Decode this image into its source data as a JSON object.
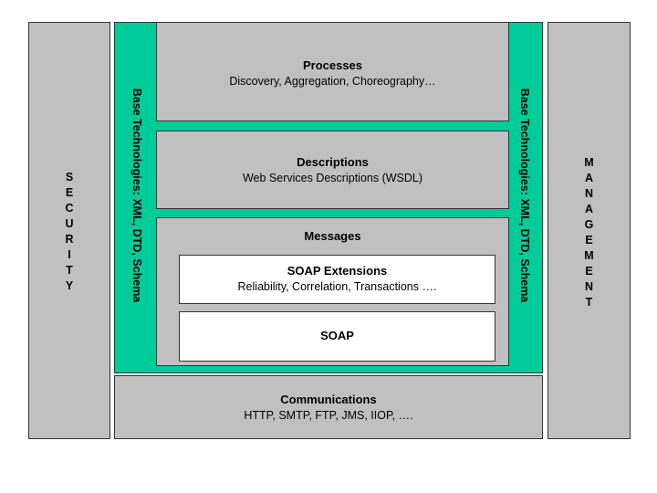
{
  "security": {
    "letters": [
      "S",
      "E",
      "C",
      "U",
      "R",
      "I",
      "T",
      "Y"
    ]
  },
  "management": {
    "letters": [
      "M",
      "A",
      "N",
      "A",
      "G",
      "E",
      "M",
      "E",
      "N",
      "T"
    ]
  },
  "base_tech": {
    "left_label": "Base Technologies: XML, DTD, Schema",
    "right_label": "Base Technologies: XML, DTD, Schema"
  },
  "processes": {
    "title": "Processes",
    "subtitle": "Discovery, Aggregation, Choreography…"
  },
  "descriptions": {
    "title": "Descriptions",
    "subtitle": "Web Services Descriptions (WSDL)"
  },
  "messages": {
    "title": "Messages"
  },
  "soap_extensions": {
    "title": "SOAP Extensions",
    "subtitle": "Reliability, Correlation, Transactions …."
  },
  "soap": {
    "title": "SOAP"
  },
  "communications": {
    "title": "Communications",
    "subtitle": "HTTP, SMTP, FTP, JMS, IIOP, …."
  }
}
